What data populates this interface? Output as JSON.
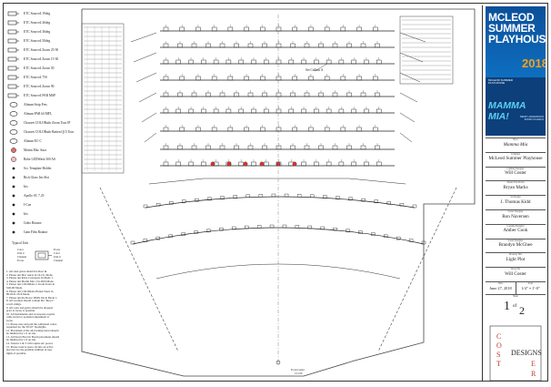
{
  "legend": {
    "items": [
      {
        "label": "ETC Source4 19deg",
        "symbol": "s4-19"
      },
      {
        "label": "ETC Source4 26deg",
        "symbol": "s4-26"
      },
      {
        "label": "ETC Source4 36deg",
        "symbol": "s4-36"
      },
      {
        "label": "ETC Source4 50deg",
        "symbol": "s4-50"
      },
      {
        "label": "ETC Source4 Zoom 25-50",
        "symbol": "s4-zoom"
      },
      {
        "label": "ETC Source4 Zoom 15-30",
        "symbol": "s4-zoom2"
      },
      {
        "label": "ETC Source4 Zoom 50",
        "symbol": "s4-zoom3"
      },
      {
        "label": "ETC Source4 750",
        "symbol": "s4-750"
      },
      {
        "label": "ETC Source4 Zoom 90",
        "symbol": "s4-90"
      },
      {
        "label": "ETC Source4 PAR MSP",
        "symbol": "par"
      },
      {
        "label": "Altman Strip Fres",
        "symbol": "fres"
      },
      {
        "label": "Altman PAR 64 MFL",
        "symbol": "par64"
      },
      {
        "label": "Chauvet COLORado Zoom Tour IP",
        "symbol": "colorado"
      },
      {
        "label": "Chauvet COLORado Batten Q15 Tour",
        "symbol": "batten"
      },
      {
        "label": "Altman EC-C",
        "symbol": "ecc"
      },
      {
        "label": "Martin Mac Aura",
        "symbol": "aura"
      },
      {
        "label": "Robe LEDWash 300 AS",
        "symbol": "robe"
      },
      {
        "label": "Sct. Template Holder",
        "symbol": "template"
      },
      {
        "label": "Rich Glass Iris Slot",
        "symbol": "iris"
      },
      {
        "label": "Iris",
        "symbol": "iris2"
      },
      {
        "label": "Apollo SC 7.25",
        "symbol": "apollo"
      },
      {
        "label": "I-Cue",
        "symbol": "icue"
      },
      {
        "label": "Iris",
        "symbol": "iris3"
      },
      {
        "label": "Gobo Rotator",
        "symbol": "gobo"
      },
      {
        "label": "Gam Film Rotator",
        "symbol": "gam"
      }
    ],
    "typical_unit": {
      "title": "Typical Unit",
      "left_top": "Color",
      "left_mid": "Unit #",
      "left_mid2": "Channel",
      "left_bot": "Focus",
      "right_top": "Focus",
      "right_mid": "Color",
      "right_mid2": "Unit #",
      "right_bot": "Channel"
    },
    "notes": [
      "1.  All steel gobos should be Rosc &",
      "2.  Please run Mac Auras in 16-Ch. Mode.",
      "3.  Please run Robe Colorspots in Mode 1.",
      "4.  Please run Martin Mac 2 in 48ch Mode.",
      "5.  Please run COLORado 2 Zoom Tours in",
      "     SOLID Mode.",
      "6.  Please run COLORado Batten Tours in",
      "     BLOCK 23ch Mode.",
      "7.  Please run the Rosco DMX Iris in Mode 1.",
      "8.  All scrollers should contain the \"Rosco\"",
      "     scroll strings.",
      "9.  All color and gobos should be dropped",
      "     prior to focus, if possible.",
      "10. All instruments and accessories require",
      "     cable slack for potential adjustment at",
      "     focus.",
      "11. Please note and pull the additional colors",
      "     requested for the 36-50° Spotlights.",
      "12. Placement of the all-tracking barrel should",
      "     be finalized by 1/2 on site.",
      "13. All Down Electric Boom placement should",
      "     be finalized by 1/2 on site.",
      "14. Linears L & T will require AC power.",
      "15. Please reserve spare circuits on active",
      "     electrics for the possible addition of new",
      "     lights, if possible."
    ]
  },
  "plot": {
    "labels": {
      "set_callout": "Set Callout A",
      "center_label": "Focus Center",
      "center_sub": "CL 100"
    }
  },
  "title_block": {
    "poster": {
      "headline": "MCLEOD SUMMER PLAYHOUSE",
      "year": "2018",
      "subtitle": "MCLEOD SUMMER PLAYHOUSE",
      "show": "MAMMA MIA!",
      "credit": "BENNY ANDERSSON BJORN ULVAEUS"
    },
    "fields": [
      {
        "label": "Show",
        "value": "Mamma Mia"
      },
      {
        "label": "Company",
        "value": "McLeod Summer Playhouse"
      },
      {
        "label": "Lighting Designer",
        "value": "Will Coster"
      },
      {
        "label": "Master Electrician",
        "value": "Bryan Marks"
      },
      {
        "label": "Set Design",
        "value": "J. Thomas Kidd"
      },
      {
        "label": "Scenic Designer",
        "value": "Ron Naversen"
      },
      {
        "label": "Costume Designer",
        "value": "Amber Cook"
      },
      {
        "label": "Sound Designer",
        "value": "Brandyn McGhee"
      },
      {
        "label": "Drawing Title",
        "value": "Light Plot"
      },
      {
        "label": "Drawn By",
        "value": "Will Coster"
      }
    ],
    "date_label": "Date",
    "date": "June 27, 2018",
    "scale_label": "Scale",
    "scale": "1/4\" = 1'-0\"",
    "sheet_label": "Sheet",
    "sheet": "1",
    "sheet_of": "of",
    "sheet_total": "2",
    "logo_text": "COSTER DESIGNS"
  },
  "colors": {
    "poster_blue": "#0d3f7a",
    "poster_orange": "#f4a11a",
    "highlight_red": "#e03030",
    "line": "#333333"
  }
}
